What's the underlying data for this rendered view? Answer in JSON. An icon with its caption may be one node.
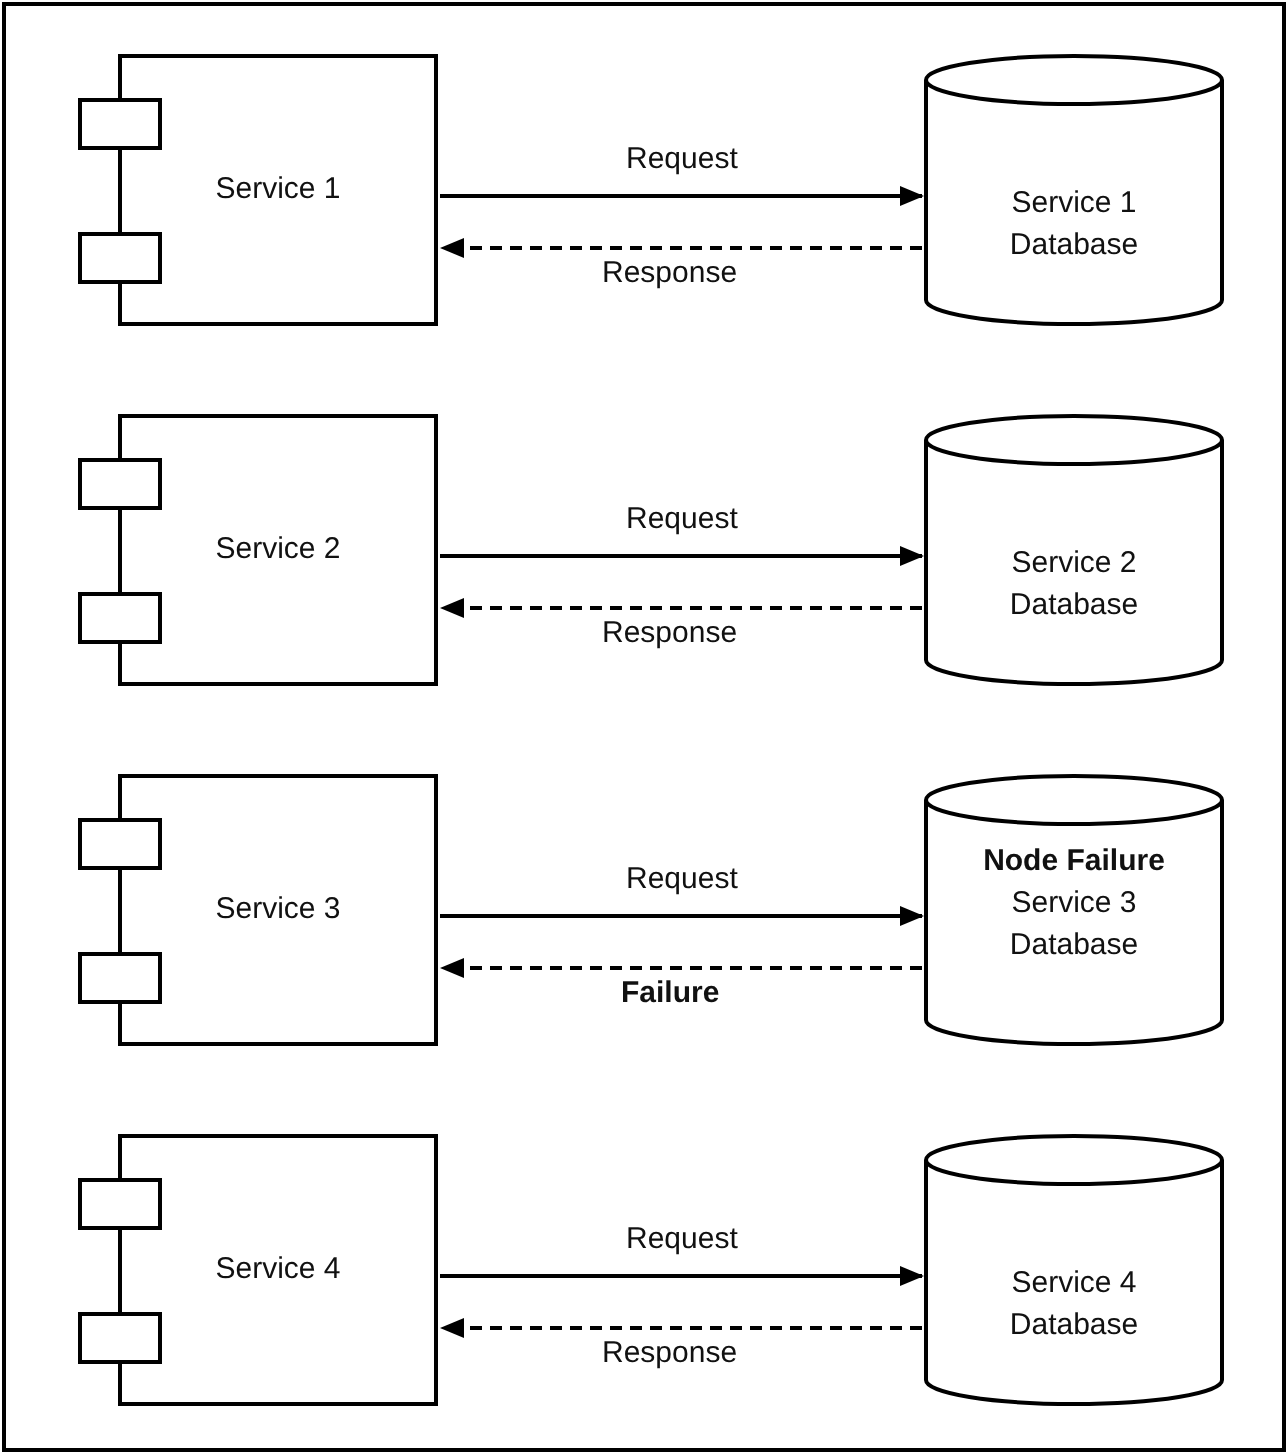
{
  "diagram": {
    "nodes": [
      {
        "text": [
          "Service 1"
        ]
      },
      {
        "text": [
          "Service 1 Database"
        ]
      },
      {
        "text": [
          "Service 2"
        ]
      },
      {
        "text": [
          "Service 2 Database"
        ]
      },
      {
        "text": [
          "Service 3"
        ]
      },
      {
        "text": [
          "Node Failure",
          "Service 3 Database"
        ]
      },
      {
        "text": [
          "Service 4"
        ]
      },
      {
        "text": [
          "Service 4 Database"
        ]
      }
    ],
    "edges": [
      {
        "from": 0,
        "to": 1,
        "arrow": "to",
        "label": "Request"
      },
      {
        "from": 1,
        "to": 0,
        "arrow": "to",
        "label": "Response",
        "style": "dashed"
      },
      {
        "from": 2,
        "to": 3,
        "arrow": "to",
        "label": "Request"
      },
      {
        "from": 3,
        "to": 2,
        "arrow": "to",
        "label": "Response",
        "style": "dashed"
      },
      {
        "from": 4,
        "to": 5,
        "arrow": "to",
        "label": "Request"
      },
      {
        "from": 5,
        "to": 4,
        "arrow": "to",
        "label": "Failure",
        "style": "dashed"
      },
      {
        "from": 6,
        "to": 7,
        "arrow": "to",
        "label": "Request"
      },
      {
        "from": 7,
        "to": 6,
        "arrow": "to",
        "label": "Response",
        "style": "dashed"
      }
    ]
  }
}
